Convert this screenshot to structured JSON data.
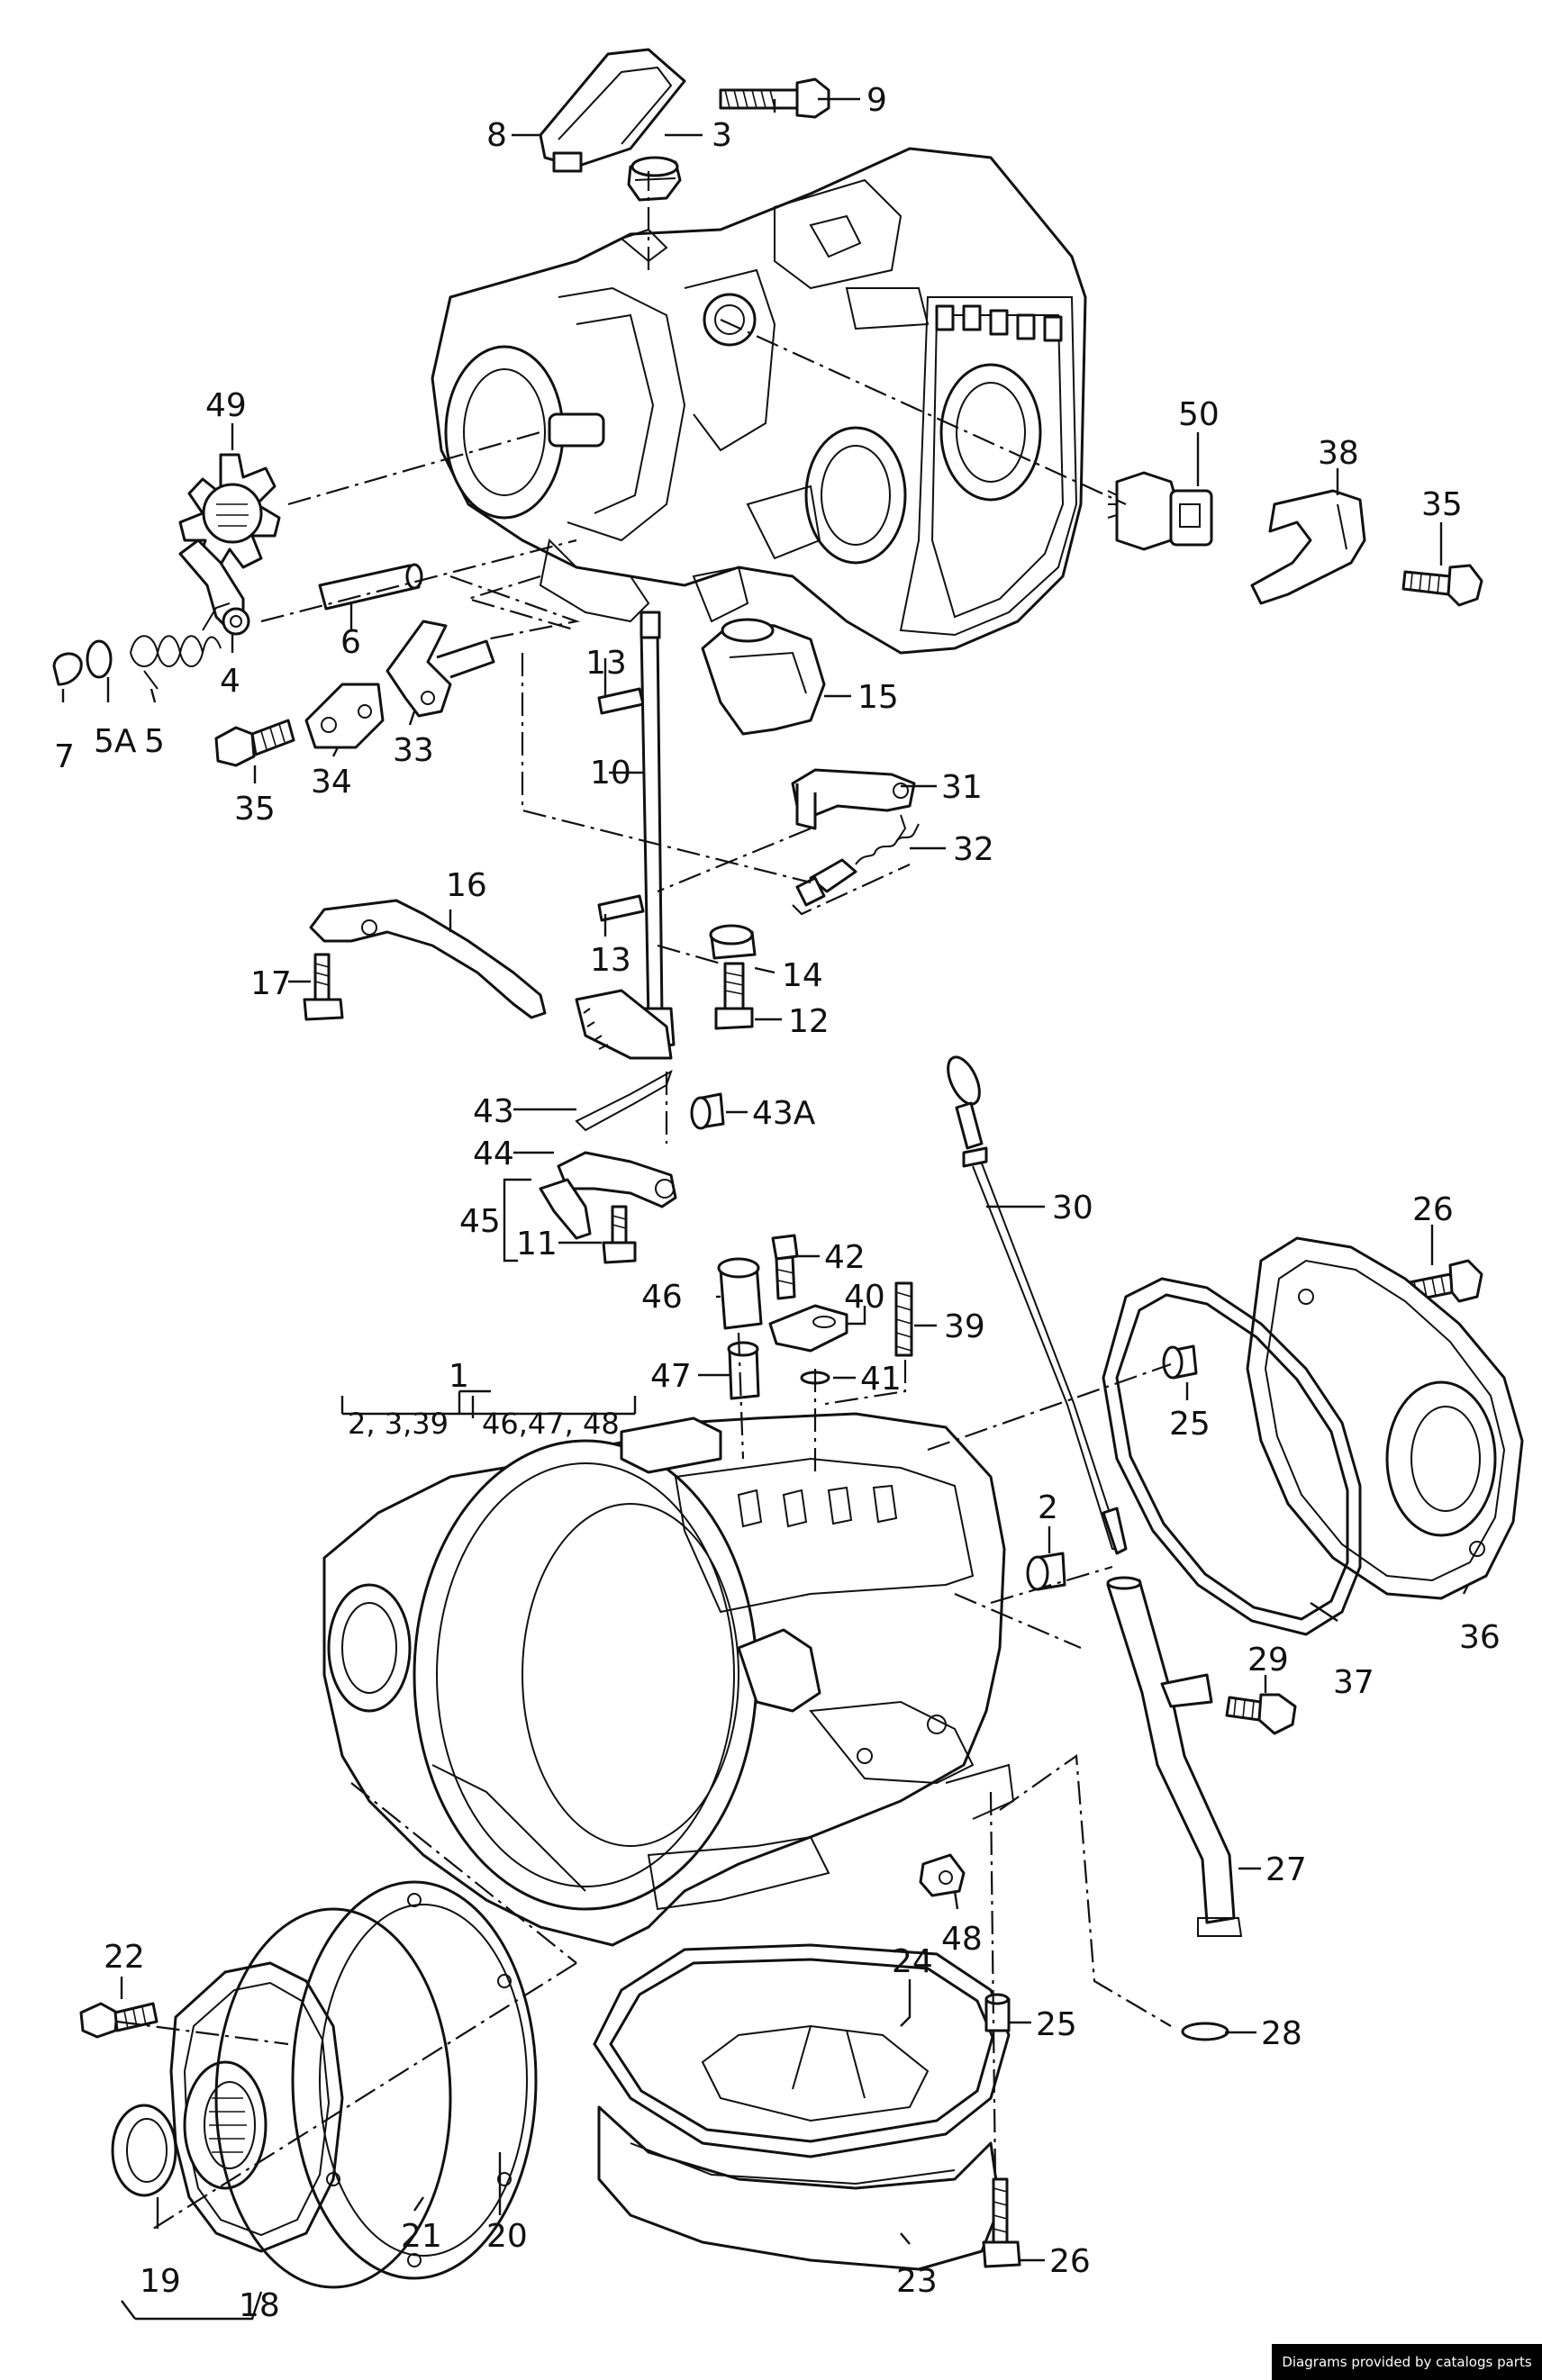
{
  "labels": {
    "p1": "1",
    "p2": "2",
    "p3": "3",
    "p4": "4",
    "p5": "5",
    "p5a": "5A",
    "p6": "6",
    "p7": "7",
    "p8": "8",
    "p9": "9",
    "p10": "10",
    "p11": "11",
    "p12": "12",
    "p13a": "13",
    "p13b": "13",
    "p14": "14",
    "p15": "15",
    "p16": "16",
    "p17": "17",
    "p18": "18",
    "p19": "19",
    "p20": "20",
    "p21": "21",
    "p22": "22",
    "p23": "23",
    "p24": "24",
    "p25a": "25",
    "p25b": "25",
    "p26a": "26",
    "p26b": "26",
    "p27": "27",
    "p28": "28",
    "p29": "29",
    "p30": "30",
    "p31": "31",
    "p32": "32",
    "p33": "33",
    "p34": "34",
    "p35a": "35",
    "p35b": "35",
    "p36": "36",
    "p37": "37",
    "p38": "38",
    "p39": "39",
    "p40": "40",
    "p41": "41",
    "p42": "42",
    "p43": "43",
    "p43a": "43A",
    "p44": "44",
    "p45": "45",
    "p46": "46",
    "p47": "47",
    "p48": "48",
    "p49": "49",
    "p50": "50"
  },
  "group1": {
    "left": "2, 3,39",
    "right": "46,47, 48"
  },
  "credit": "Diagrams provided by catalogs parts"
}
